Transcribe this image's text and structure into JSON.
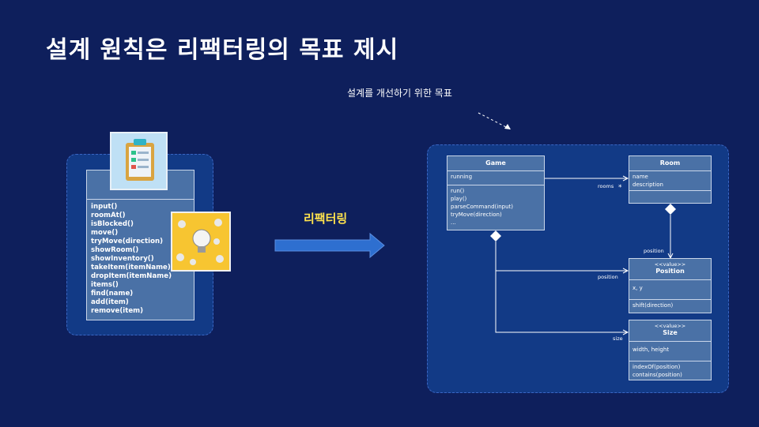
{
  "slide": {
    "title": "설계 원칙은 리팩터링의 목표 제시",
    "annotation": "설계를 개선하기 위한 목표",
    "arrow_label": "리팩터링"
  },
  "before": {
    "operations": [
      "input()",
      "roomAt()",
      "isBlocked()",
      "move()",
      "tryMove(direction)",
      "showRoom()",
      "showInventory()",
      "takeItem(itemName)",
      "dropItem(itemName)",
      "items()",
      "find(name)",
      "add(item)",
      "remove(item)"
    ]
  },
  "after": {
    "game": {
      "name": "Game",
      "attributes": [
        "running"
      ],
      "operations": [
        "run()",
        "play()",
        "parseCommand(input)",
        "tryMove(direction)",
        "..."
      ]
    },
    "room": {
      "name": "Room",
      "attributes": [
        "name",
        "description"
      ]
    },
    "position": {
      "stereotype": "<<value>>",
      "name": "Position",
      "attributes": [
        "x, y"
      ],
      "operations": [
        "shift(direction)"
      ]
    },
    "size": {
      "stereotype": "<<value>>",
      "name": "Size",
      "attributes": [
        "width, height"
      ],
      "operations": [
        "indexOf(position)",
        "contains(position)"
      ]
    },
    "relations": {
      "rooms": "rooms",
      "multiplicity": "*",
      "room_position": "position",
      "game_position": "position",
      "size": "size"
    }
  }
}
